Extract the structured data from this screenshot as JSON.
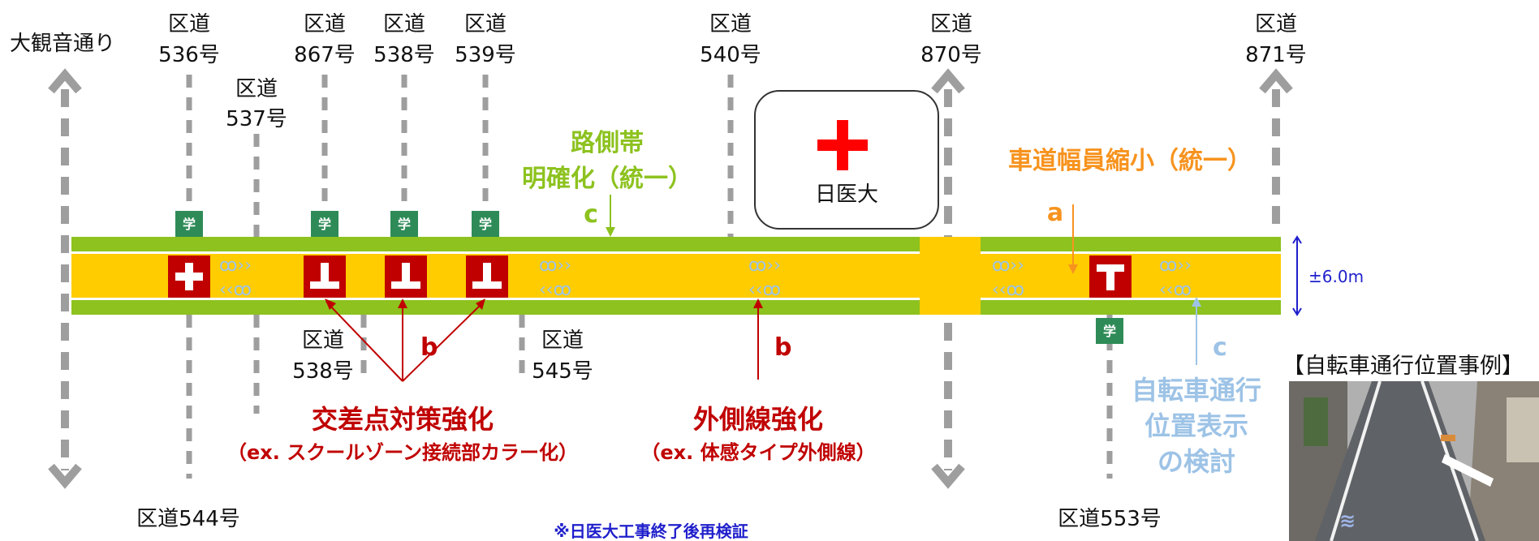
{
  "top_left_label": "大観音通り",
  "top_roads": [
    {
      "line1": "区道",
      "line2": "536号"
    },
    {
      "line1": "区道",
      "line2": "537号"
    },
    {
      "line1": "区道",
      "line2": "867号"
    },
    {
      "line1": "区道",
      "line2": "538号"
    },
    {
      "line1": "区道",
      "line2": "539号"
    },
    {
      "line1": "区道",
      "line2": "540号"
    },
    {
      "line1": "区道",
      "line2": "870号"
    },
    {
      "line1": "区道",
      "line2": "871号"
    }
  ],
  "bottom_roads": [
    {
      "line1": "区道",
      "line2": "538号"
    },
    {
      "line1": "区道",
      "line2": "545号"
    },
    {
      "line1": "区道544号"
    },
    {
      "line1": "区道553号"
    }
  ],
  "hospital_label": "日医大",
  "school_mark": "学",
  "width_label": "±6.0m",
  "notes": {
    "shoulder_line1": "路側帯",
    "shoulder_line2": "明確化（統一）",
    "shoulder_letter": "c",
    "lane_reduce": "車道幅員縮小（統一）",
    "lane_letter": "a",
    "intersection_letter": "b",
    "intersection_title": "交差点対策強化",
    "intersection_sub": "（ex. スクールゾーン接続部カラー化）",
    "outer_letter": "b",
    "outer_title": "外側線強化",
    "outer_sub": "（ex. 体感タイプ外側線）",
    "bike_letter": "c",
    "bike_line1": "自転車通行",
    "bike_line2": "位置表示",
    "bike_line3": "の検討",
    "photo_title": "【自転車通行位置事例】",
    "footnote": "※日医大工事終了後再検証"
  },
  "colors": {
    "road": "#ffcc00",
    "shoulder": "#8dc21f",
    "intersection": "#c00000",
    "school": "#2e8b57",
    "arrow_grey": "#9e9e9e",
    "bike": "#9dc3e6",
    "orange": "#f7931e",
    "footnote": "#1f1fcc"
  }
}
